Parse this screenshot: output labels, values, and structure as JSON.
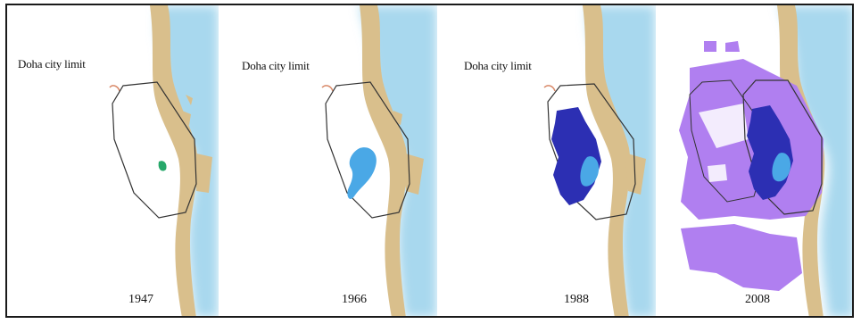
{
  "figure": {
    "city_limit_label": "Doha city limit",
    "colors": {
      "land_sand": "#d9bf8c",
      "sea_blue": "#9fd3ea",
      "city_limit_outline": "#333333",
      "urban_1947": "#27a86a",
      "urban_1966": "#4aa8e6",
      "urban_1988": "#2c2fb3",
      "urban_2008": "#b07ff0"
    },
    "panels": [
      {
        "year": "1947",
        "show_label": true
      },
      {
        "year": "1966",
        "show_label": true
      },
      {
        "year": "1988",
        "show_label": true
      },
      {
        "year": "2008",
        "show_label": false
      }
    ]
  }
}
